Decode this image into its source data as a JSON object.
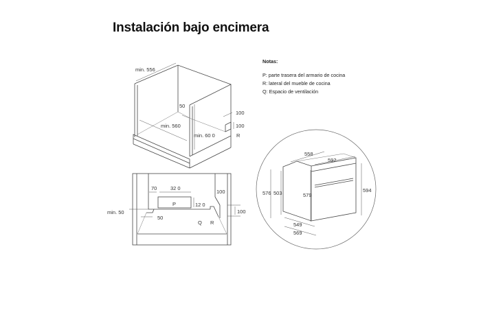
{
  "title": "Instalación bajo encimera",
  "notes": {
    "heading": "Notas:",
    "items": [
      "P: parte trasera del armario de cocina",
      "R: lateral del mueble de cocina",
      "Q: Espacio de ventilación"
    ]
  },
  "cabinet_3d": {
    "depth_label": "min. 556",
    "width_label": "min. 560",
    "height_label": "min. 60  0",
    "gap_label": "50",
    "cutout_width_label": "100",
    "cutout_height_label": "100",
    "side_marker": "R"
  },
  "plan_view": {
    "left_gap_label": "70",
    "cutout_width_label": "32 0",
    "cutout_height_label": "12 0",
    "right_gap_label": "100",
    "side_height_label": "100",
    "min_label": "min. 50",
    "offset_label": "50",
    "back_marker": "P",
    "vent_marker": "Q",
    "side_marker": "R"
  },
  "oven": {
    "depth_label": "558",
    "width_label": "592",
    "height_label": "594",
    "body_height_label": "579",
    "side_height_label": "576",
    "inner_height_label": "503",
    "inner_depth_label": "549",
    "total_depth_label": "569"
  }
}
